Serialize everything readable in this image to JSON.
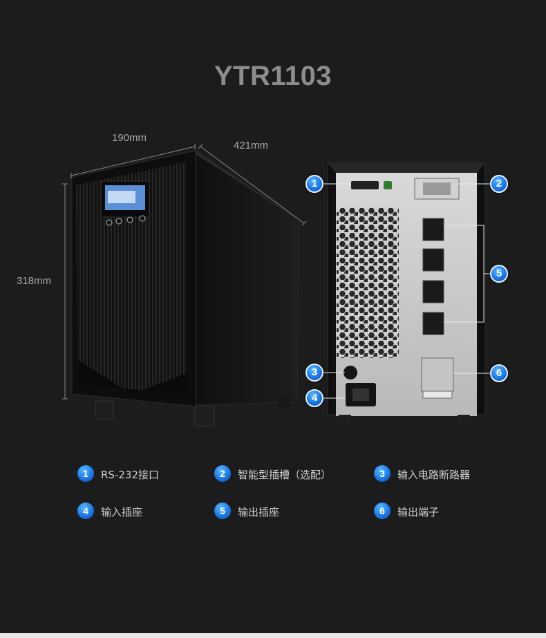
{
  "title": "YTR1103",
  "dimensions": {
    "width": "190mm",
    "depth": "421mm",
    "height": "318mm"
  },
  "callouts": [
    "1",
    "2",
    "3",
    "4",
    "5",
    "6"
  ],
  "legend": [
    {
      "num": "1",
      "text": "RS-232接口"
    },
    {
      "num": "2",
      "text": "智能型插槽（选配）"
    },
    {
      "num": "3",
      "text": "输入电路断路器"
    },
    {
      "num": "4",
      "text": "输入插座"
    },
    {
      "num": "5",
      "text": "输出插座"
    },
    {
      "num": "6",
      "text": "输出端子"
    }
  ],
  "colors": {
    "background": "#1c1c1c",
    "badge": "#1a78e8",
    "title": "#8d8d8d"
  }
}
